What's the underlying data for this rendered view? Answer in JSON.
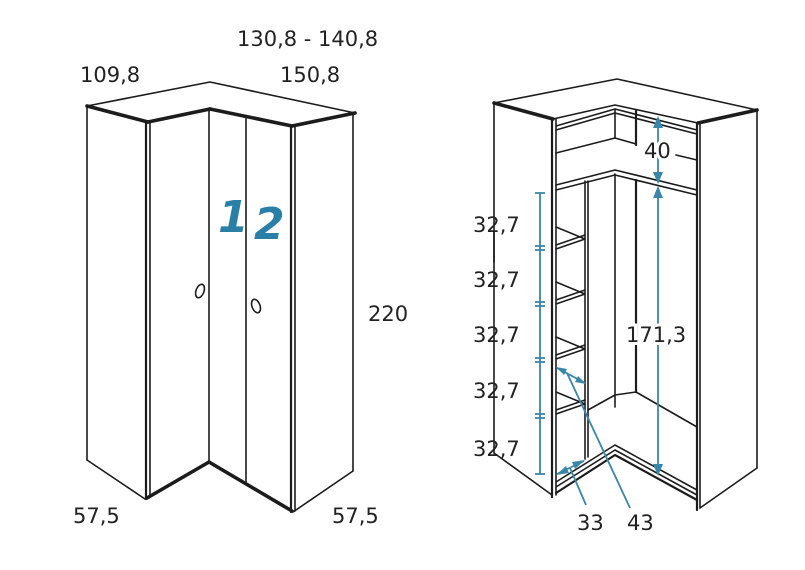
{
  "diagram": {
    "type": "technical-drawing",
    "subject": "L-shaped corner wardrobe",
    "units": "cm",
    "accent_color": "#2a7fa6",
    "line_color": "#1c1c1c",
    "exterior_view": {
      "dimensions": {
        "top_range": "130,8 - 140,8",
        "left_width": "109,8",
        "right_width": "150,8",
        "height": "220",
        "left_depth": "57,5",
        "right_depth": "57,5"
      },
      "door_labels": [
        "1",
        "2"
      ]
    },
    "interior_view": {
      "dimensions": {
        "top_shelf_height": "40",
        "hanging_height": "171,3",
        "shelf_spacings": [
          "32,7",
          "32,7",
          "32,7",
          "32,7",
          "32,7"
        ],
        "shelf_depth": "33",
        "diagonal": "43"
      }
    }
  }
}
